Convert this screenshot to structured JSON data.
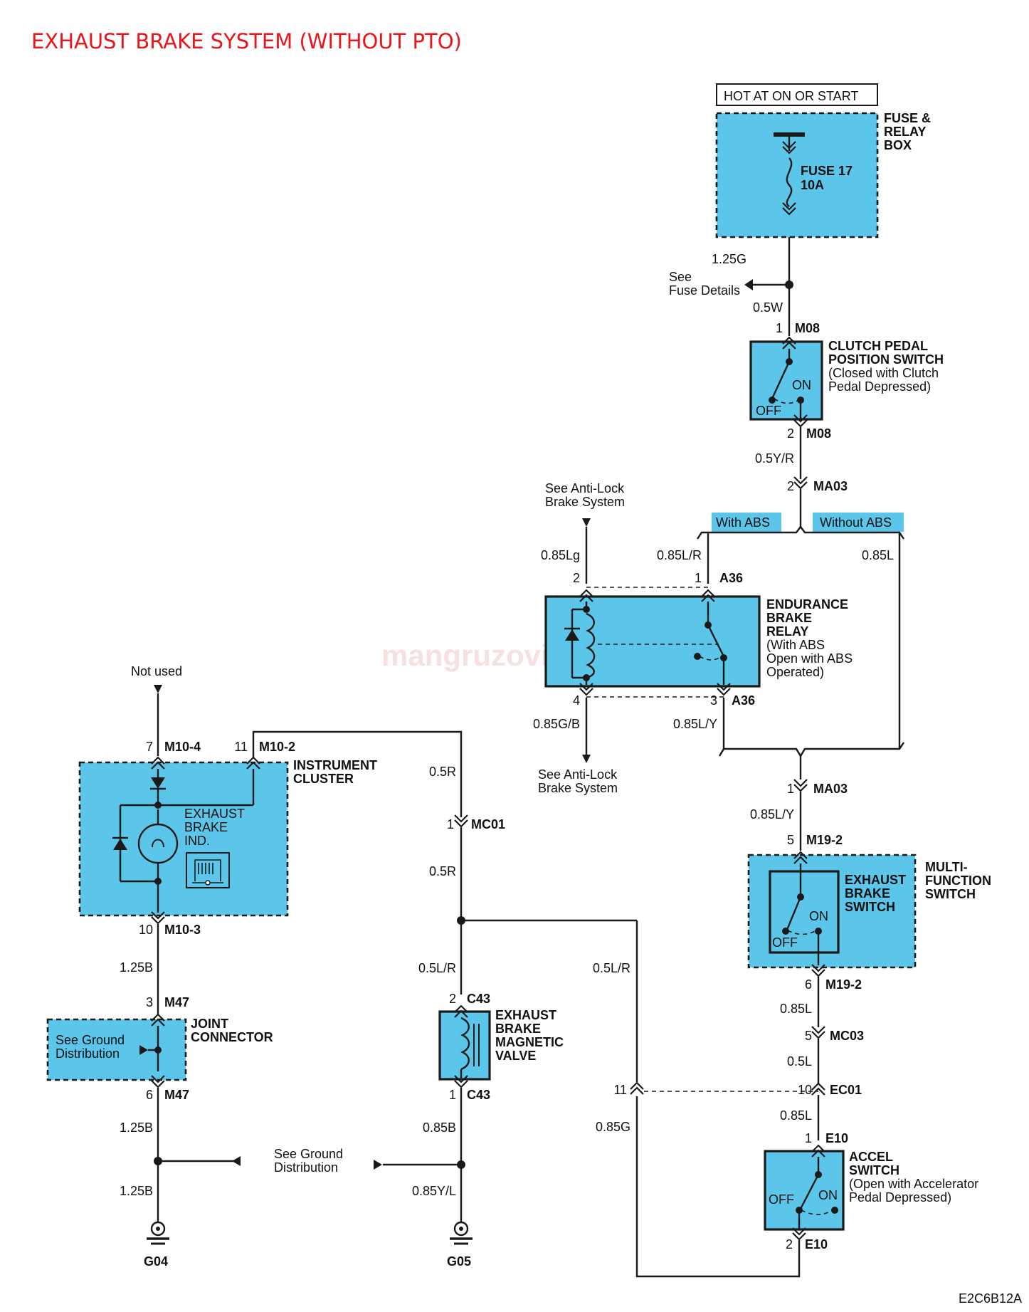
{
  "title": "EXHAUST BRAKE SYSTEM (WITHOUT PTO)",
  "diagram_code": "E2C6B12A",
  "watermark": "mangruzovik.ru",
  "colors": {
    "title": "#e8161b",
    "component_fill": "#5cc6ea",
    "line": "#1a1a1a"
  },
  "hot_at": "HOT AT ON OR START",
  "fuse_box": {
    "name": [
      "FUSE &",
      "RELAY",
      "BOX"
    ],
    "fuse": "FUSE 17",
    "rating": "10A"
  },
  "see_fuse_details": [
    "See",
    "Fuse Details"
  ],
  "clutch_switch": {
    "name": [
      "CLUTCH PEDAL",
      "POSITION SWITCH"
    ],
    "desc": [
      "(Closed with Clutch",
      "Pedal Depressed)"
    ],
    "off": "OFF",
    "on": "ON"
  },
  "abs_branch": {
    "with": "With ABS",
    "without": "Without ABS"
  },
  "see_abs_top": [
    "See Anti-Lock",
    "Brake System"
  ],
  "see_abs_bottom": [
    "See Anti-Lock",
    "Brake System"
  ],
  "endurance_relay": {
    "name": [
      "ENDURANCE",
      "BRAKE",
      "RELAY"
    ],
    "desc": [
      "(With ABS",
      "Open with ABS",
      "Operated)"
    ]
  },
  "not_used": "Not used",
  "instrument_cluster": {
    "name": [
      "INSTRUMENT",
      "CLUSTER"
    ],
    "indicator": [
      "EXHAUST",
      "BRAKE",
      "IND."
    ]
  },
  "multi_function_switch": {
    "name": [
      "MULTI-",
      "FUNCTION",
      "SWITCH"
    ],
    "inner": [
      "EXHAUST",
      "BRAKE",
      "SWITCH"
    ],
    "off": "OFF",
    "on": "ON"
  },
  "joint_connector": {
    "name": [
      "JOINT",
      "CONNECTOR"
    ],
    "see": [
      "See Ground",
      "Distribution"
    ]
  },
  "magnetic_valve": {
    "name": [
      "EXHAUST",
      "BRAKE",
      "MAGNETIC",
      "VALVE"
    ]
  },
  "accel_switch": {
    "name": [
      "ACCEL",
      "SWITCH"
    ],
    "desc": [
      "(Open with Accelerator",
      "Pedal Depressed)"
    ],
    "off": "OFF",
    "on": "ON"
  },
  "see_ground_distribution": [
    "See Ground",
    "Distribution"
  ],
  "grounds": [
    "G04",
    "G05"
  ],
  "wires": {
    "w125g": "1.25G",
    "w05w": "0.5W",
    "w05yr": "0.5Y/R",
    "w085lg": "0.85Lg",
    "w085lr": "0.85L/R",
    "w085l_a": "0.85L",
    "w085gb": "0.85G/B",
    "w085ly_a": "0.85L/Y",
    "w085ly_b": "0.85L/Y",
    "w05r_a": "0.5R",
    "w05r_b": "0.5R",
    "w05lr_a": "0.5L/R",
    "w05lr_b": "0.5L/R",
    "w125b_a": "1.25B",
    "w125b_b": "1.25B",
    "w125b_c": "1.25B",
    "w085b": "0.85B",
    "w085yl": "0.85Y/L",
    "w085l_b": "0.85L",
    "w05l": "0.5L",
    "w085l_c": "0.85L",
    "w085g": "0.85G"
  },
  "connectors": {
    "m08_1": {
      "pin": "1",
      "id": "M08"
    },
    "m08_2": {
      "pin": "2",
      "id": "M08"
    },
    "ma03_2": {
      "pin": "2",
      "id": "MA03"
    },
    "a36_1": {
      "pin": "1",
      "id": "A36"
    },
    "a36_2": {
      "pin": "2",
      "id": ""
    },
    "a36_3": {
      "pin": "3",
      "id": "A36"
    },
    "a36_4": {
      "pin": "4",
      "id": ""
    },
    "ma03_1": {
      "pin": "1",
      "id": "MA03"
    },
    "m19_5": {
      "pin": "5",
      "id": "M19-2"
    },
    "m19_6": {
      "pin": "6",
      "id": "M19-2"
    },
    "mc03_5": {
      "pin": "5",
      "id": "MC03"
    },
    "ec01_10": {
      "pin": "10",
      "id": "EC01"
    },
    "ec01_11": {
      "pin": "11",
      "id": ""
    },
    "e10_1": {
      "pin": "1",
      "id": "E10"
    },
    "e10_2": {
      "pin": "2",
      "id": "E10"
    },
    "m10_4": {
      "pin": "7",
      "id": "M10-4"
    },
    "m10_2": {
      "pin": "11",
      "id": "M10-2"
    },
    "m10_3": {
      "pin": "10",
      "id": "M10-3"
    },
    "m47_3": {
      "pin": "3",
      "id": "M47"
    },
    "m47_6": {
      "pin": "6",
      "id": "M47"
    },
    "mc01_1": {
      "pin": "1",
      "id": "MC01"
    },
    "c43_2": {
      "pin": "2",
      "id": "C43"
    },
    "c43_1": {
      "pin": "1",
      "id": "C43"
    }
  }
}
